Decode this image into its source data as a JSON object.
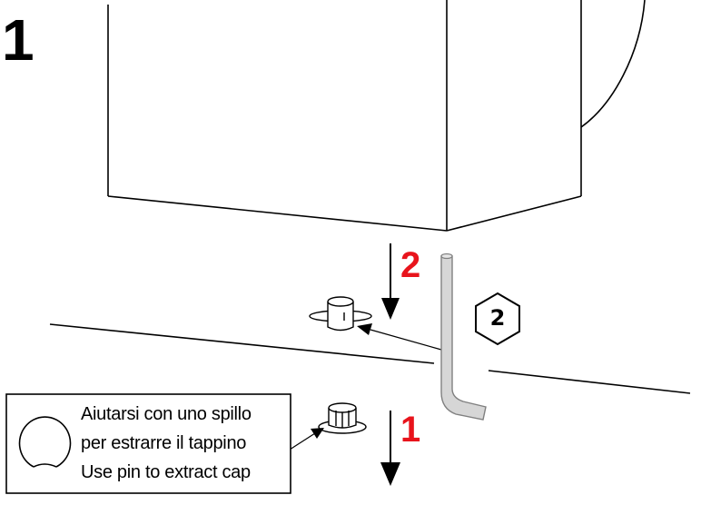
{
  "step_number": "1",
  "arrow_labels": {
    "upper": "2",
    "lower": "1"
  },
  "hex_key_size": "2",
  "note": {
    "line1": "Aiutarsi con uno spillo",
    "line2": "per estrarre il tappino",
    "line3": "Use pin to extract cap"
  },
  "colors": {
    "line": "#000000",
    "label_red": "#e8141c",
    "allen_key_fill": "#d6d6d6",
    "allen_key_stroke": "#808080"
  }
}
